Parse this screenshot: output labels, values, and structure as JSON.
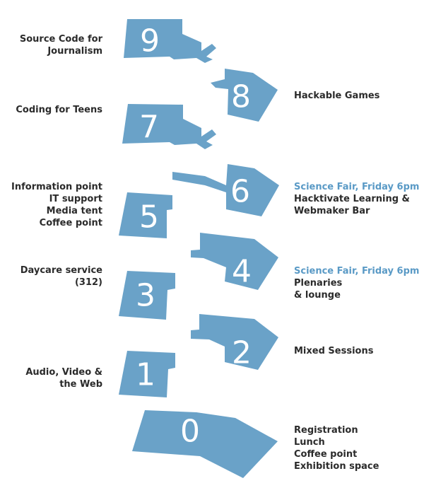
{
  "colors": {
    "floor": "#6aa2c8",
    "number": "#ffffff",
    "text": "#2b2b2b",
    "highlight": "#5a9ac6"
  },
  "floors": [
    {
      "number": "9",
      "side": "left",
      "lines": [
        "Source Code for",
        "Journalism"
      ],
      "highlight": []
    },
    {
      "number": "8",
      "side": "right",
      "lines": [
        "Hackable Games"
      ],
      "highlight": []
    },
    {
      "number": "7",
      "side": "left",
      "lines": [
        "Coding for Teens"
      ],
      "highlight": []
    },
    {
      "number": "6",
      "side": "right",
      "lines": [
        "Science Fair, Friday 6pm",
        "Hacktivate Learning &",
        "Webmaker Bar"
      ],
      "highlight": [
        0
      ]
    },
    {
      "number": "5",
      "side": "left",
      "lines": [
        "Information point",
        "IT support",
        "Media tent",
        "Coffee point"
      ],
      "highlight": []
    },
    {
      "number": "4",
      "side": "right",
      "lines": [
        "Science Fair, Friday 6pm",
        "Plenaries",
        "& lounge"
      ],
      "highlight": [
        0
      ]
    },
    {
      "number": "3",
      "side": "left",
      "lines": [
        "Daycare service",
        "(312)"
      ],
      "highlight": []
    },
    {
      "number": "2",
      "side": "right",
      "lines": [
        "Mixed Sessions"
      ],
      "highlight": []
    },
    {
      "number": "1",
      "side": "left",
      "lines": [
        "Audio, Video &",
        "the Web"
      ],
      "highlight": []
    },
    {
      "number": "0",
      "side": "right",
      "lines": [
        "Registration",
        "Lunch",
        "Coffee point",
        "Exhibition space"
      ],
      "highlight": []
    }
  ]
}
